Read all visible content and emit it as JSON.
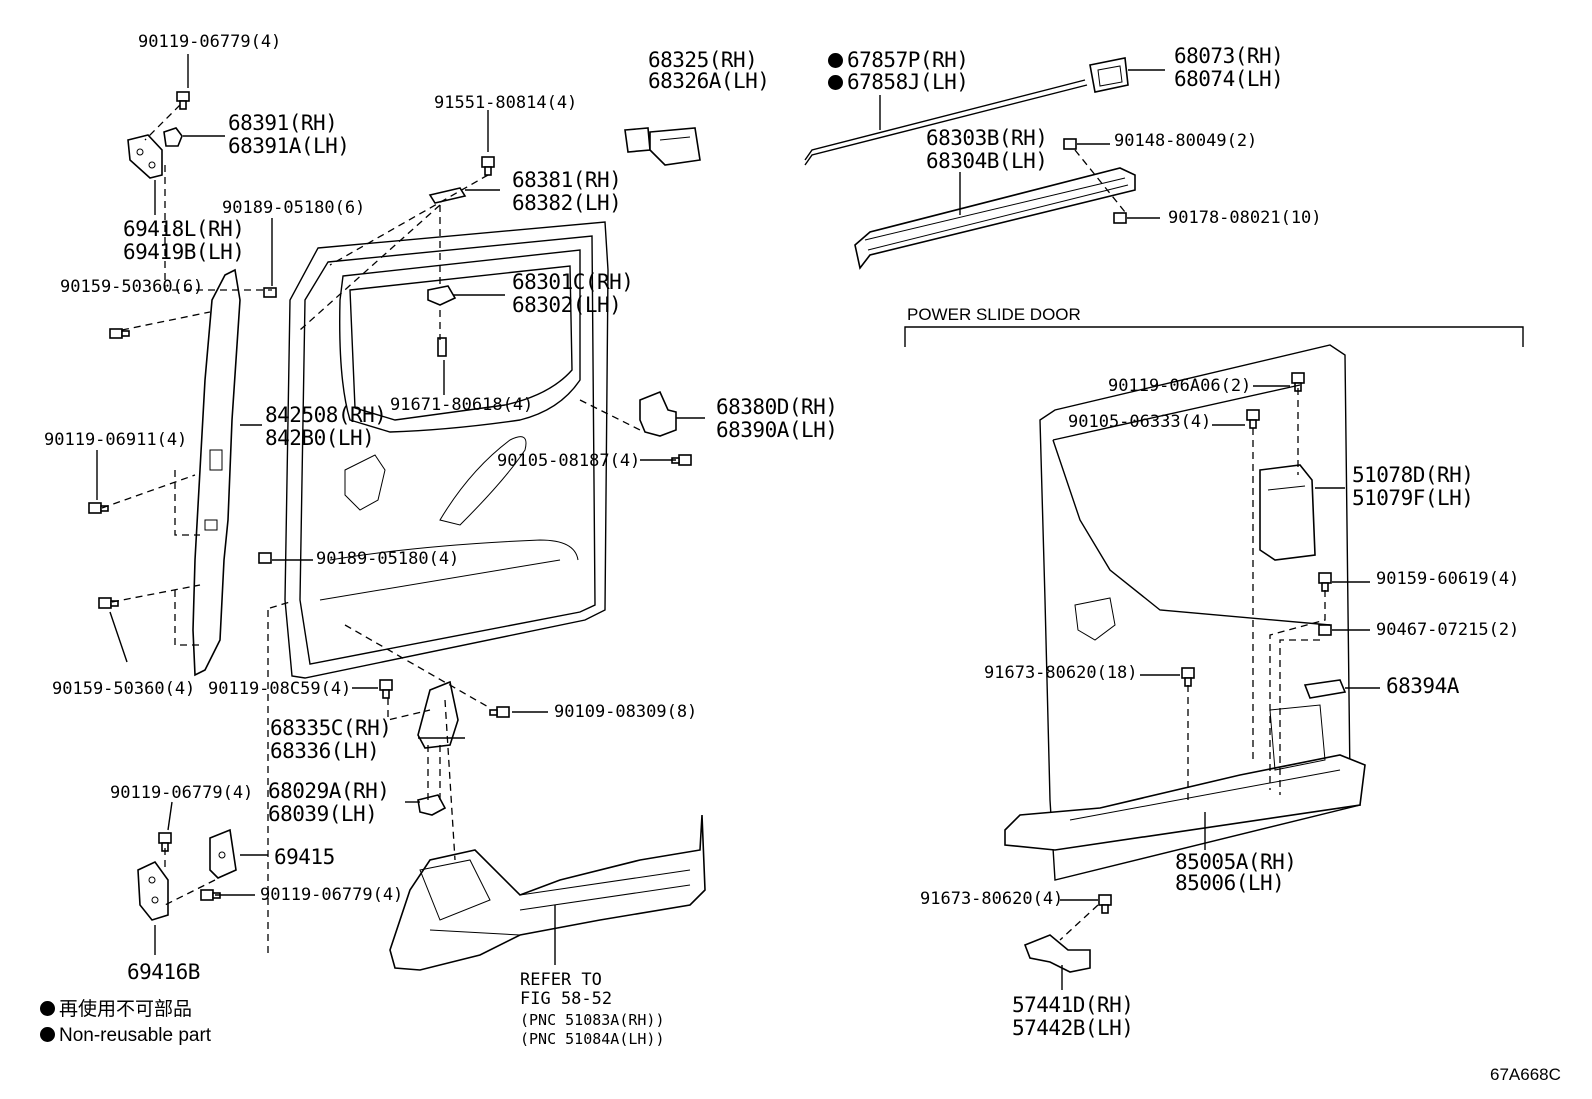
{
  "labels": {
    "l1": "90119-06779(4)",
    "l2a": "68391(RH)",
    "l2b": "68391A(LH)",
    "l3a": "69418L(RH)",
    "l3b": "69419B(LH)",
    "l4": "90189-05180(6)",
    "l5": "90159-50360(6)",
    "l6a": "842508(RH)",
    "l6b": "842B0(LH)",
    "l7": "90119-06911(4)",
    "l8": "90189-05180(4)",
    "l9": "90159-50360(4)",
    "l10": "90119-08C59(4)",
    "l11a": "68335C(RH)",
    "l11b": "68336(LH)",
    "l12a": "68029A(RH)",
    "l12b": "68039(LH)",
    "l13": "90119-06779(4)",
    "l14": "69415",
    "l15": "90119-06779(4)",
    "l16": "69416B",
    "l17a": "68325(RH)",
    "l17b": "68326A(LH)",
    "l18": "91551-80814(4)",
    "l19a": "68381(RH)",
    "l19b": "68382(LH)",
    "l20a": "68301C(RH)",
    "l20b": "68302(LH)",
    "l21": "91671-80618(4)",
    "l22a": "68380D(RH)",
    "l22b": "68390A(LH)",
    "l23": "90105-08187(4)",
    "l24": "90109-08309(8)",
    "l25a": "67857P(RH)",
    "l25b": "67858J(LH)",
    "l26a": "68073(RH)",
    "l26b": "68074(LH)",
    "l27a": "68303B(RH)",
    "l27b": "68304B(LH)",
    "l28": "90148-80049(2)",
    "l29": "90178-08021(10)",
    "l30": "90119-06A06(2)",
    "l31": "90105-06333(4)",
    "l32a": "51078D(RH)",
    "l32b": "51079F(LH)",
    "l33": "90159-60619(4)",
    "l34": "90467-07215(2)",
    "l35": "91673-80620(18)",
    "l36": "68394A",
    "l37a": "85005A(RH)",
    "l37b": "85006(LH)",
    "l38": "91673-80620(4)",
    "l39a": "57441D(RH)",
    "l39b": "57442B(LH)"
  },
  "section_title": "POWER SLIDE DOOR",
  "refer": {
    "line1": "REFER TO",
    "line2": "FIG 58-52",
    "line3": "(PNC 51083A(RH))",
    "line4": "(PNC 51084A(LH))"
  },
  "legend": {
    "jp": "再使用不可部品",
    "en": "Non-reusable part"
  },
  "figure_code": "67A668C"
}
